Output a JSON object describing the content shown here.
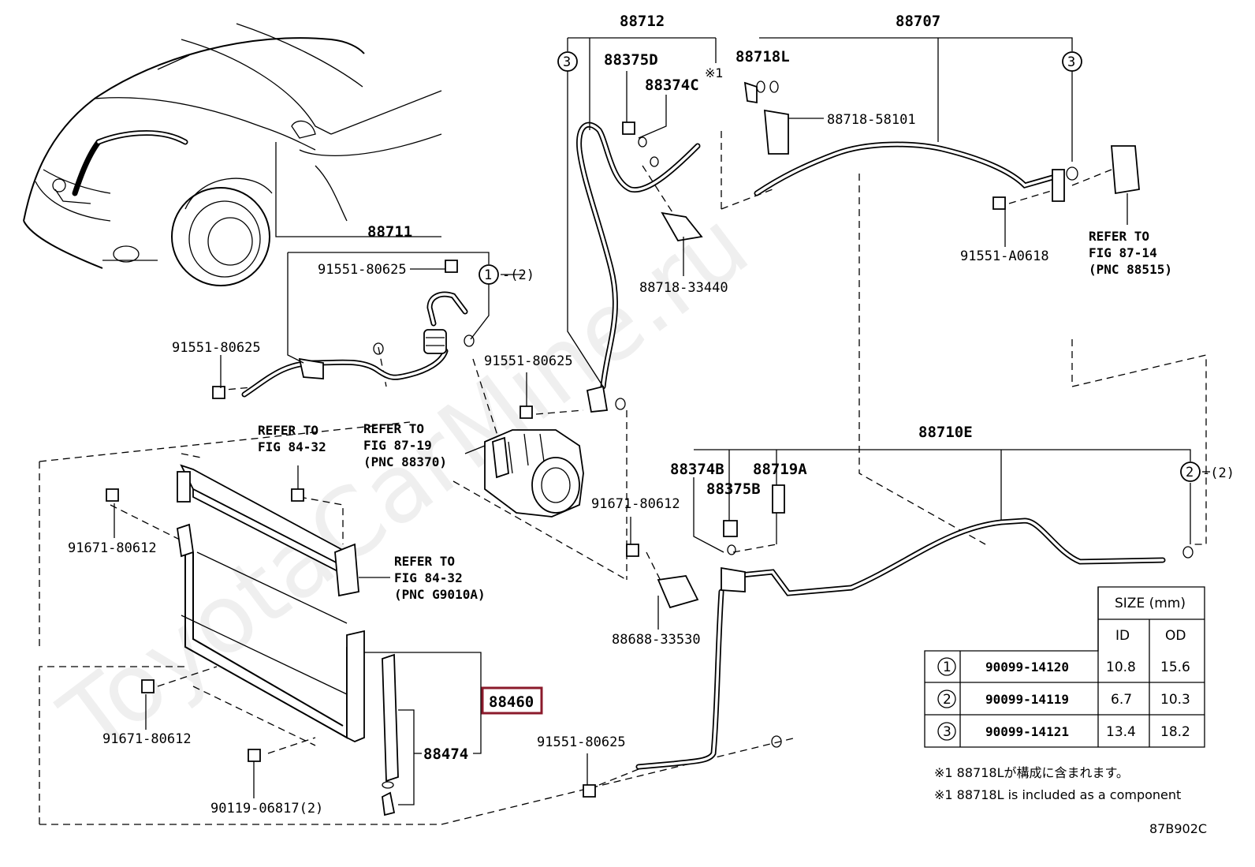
{
  "watermark": "ToyotaCarMine.ru",
  "parts": {
    "p88712": "88712",
    "p88707": "88707",
    "p88375D": "88375D",
    "p88374C": "88374C",
    "p88718L": "88718L",
    "note_mark": "※1",
    "p88718_58101": "88718-58101",
    "p88711": "88711",
    "p91551_80625_a": "91551-80625",
    "p91551_80625_b": "91551-80625",
    "p91551_80625_c": "91551-80625",
    "p91551_80625_d": "91551-80625",
    "p88718_33440": "88718-33440",
    "p91551_A0618": "91551-A0618",
    "p88710E": "88710E",
    "p88374B": "88374B",
    "p88375B": "88375B",
    "p88719A": "88719A",
    "p91671_80612_a": "91671-80612",
    "p91671_80612_b": "91671-80612",
    "p91671_80612_c": "91671-80612",
    "p88688_33530": "88688-33530",
    "p88460": "88460",
    "p88474": "88474",
    "p90119_06817": "90119-06817(2)",
    "qty2_a": "-(2)",
    "qty2_b": "-(2)",
    "c1": "1",
    "c2": "2",
    "c3": "3"
  },
  "refs": {
    "ref_fig84_32_top": [
      "REFER TO",
      "FIG 84-32"
    ],
    "ref_fig87_19": [
      "REFER TO",
      "FIG 87-19",
      "(PNC 88370)"
    ],
    "ref_fig84_32_g": [
      "REFER TO",
      "FIG 84-32",
      "(PNC G9010A)"
    ],
    "ref_fig87_14": [
      "REFER TO",
      "FIG 87-14",
      "(PNC 88515)"
    ]
  },
  "size_table": {
    "header": "SIZE (mm)",
    "col_id": "ID",
    "col_od": "OD",
    "rows": [
      {
        "mark": "1",
        "part": "90099-14120",
        "id": "10.8",
        "od": "15.6"
      },
      {
        "mark": "2",
        "part": "90099-14119",
        "id": "6.7",
        "od": "10.3"
      },
      {
        "mark": "3",
        "part": "90099-14121",
        "id": "13.4",
        "od": "18.2"
      }
    ]
  },
  "notes": {
    "jp": "※1 88718Lが構成に含まれます。",
    "en": "※1 88718L is included as a component"
  },
  "figure_code": "87B902C",
  "highlight_color": "#8b1a2b"
}
